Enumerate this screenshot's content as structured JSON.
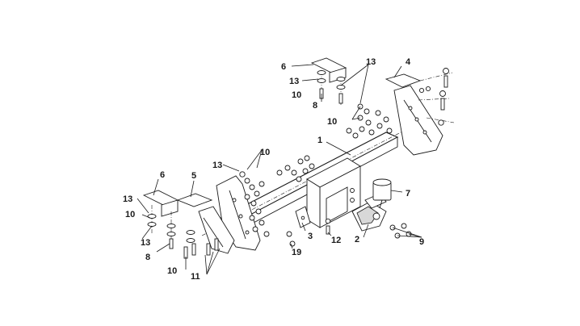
{
  "callouts": {
    "c1": "1",
    "c2": "2",
    "c3": "3",
    "c4": "4",
    "c5": "5",
    "c6_top": "6",
    "c6_left": "6",
    "c7": "7",
    "c8_top": "8",
    "c8_left": "8",
    "c9": "9",
    "c10_top": "10",
    "c10_mid": "10",
    "c10_center": "10",
    "c10_left": "10",
    "c10_bottom": "10",
    "c11": "11",
    "c12": "12",
    "c13_top_left": "13",
    "c13_top_right": "13",
    "c13_center": "13",
    "c13_left_upper": "13",
    "c13_left_lower": "13",
    "c19": "19"
  }
}
